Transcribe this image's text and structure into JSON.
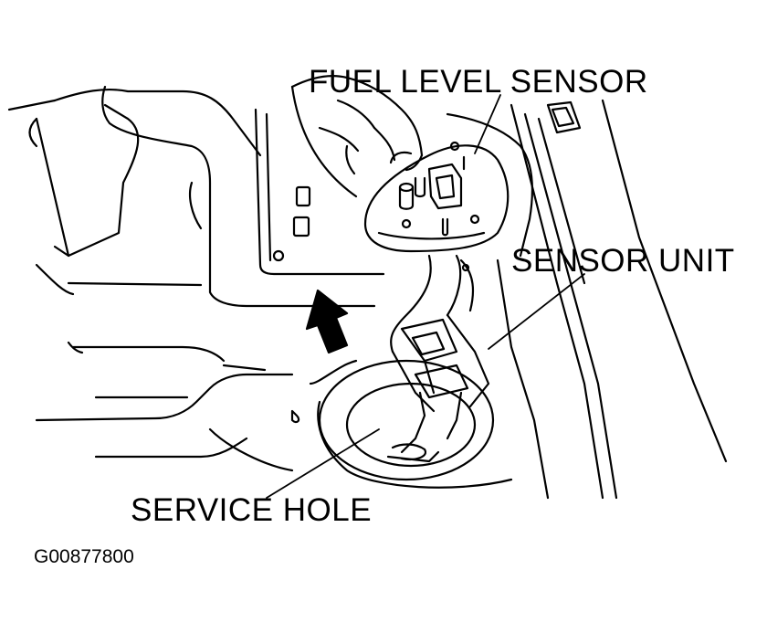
{
  "diagram": {
    "labels": {
      "fuel_level_sensor": "FUEL LEVEL SENSOR",
      "sensor_unit": "SENSOR UNIT",
      "service_hole": "SERVICE HOLE"
    },
    "figure_id": "G00877800",
    "ink_color": "#000000",
    "background_color": "#ffffff"
  }
}
